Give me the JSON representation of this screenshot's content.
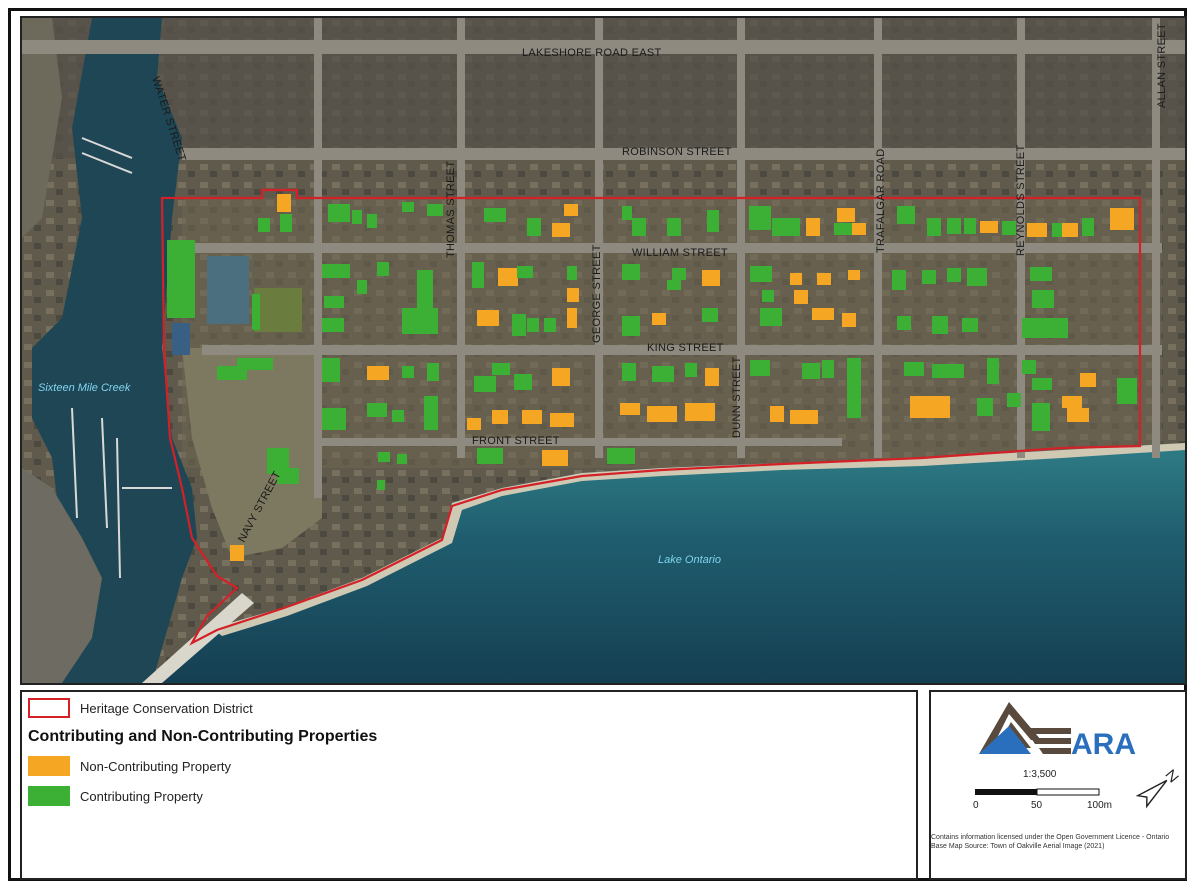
{
  "streets": {
    "lakeshore": "LAKESHORE ROAD EAST",
    "robinson": "ROBINSON STREET",
    "william": "WILLIAM STREET",
    "king": "KING STREET",
    "front": "FRONT STREET",
    "water": "WATER STREET",
    "thomas": "THOMAS STREET",
    "george": "GEORGE STREET",
    "dunn": "DUNN STREET",
    "trafalgar": "TRAFALGAR ROAD",
    "reynolds": "REYNOLDS STREET",
    "allan": "ALLAN STREET",
    "navy": "NAVY STREET"
  },
  "water_labels": {
    "creek": "Sixteen Mile Creek",
    "lake": "Lake Ontario"
  },
  "legend": {
    "district_label": "Heritage Conservation District",
    "title": "Contributing and Non-Contributing Properties",
    "non_contributing_label": "Non-Contributing Property",
    "contributing_label": "Contributing Property"
  },
  "colors": {
    "district_outline": "#d42027",
    "non_contributing": "#f5a623",
    "contributing": "#3cb034",
    "water": "#1f5d6e",
    "logo_dark": "#5a4a3e",
    "logo_blue": "#2a6fbd"
  },
  "scale": {
    "ratio": "1:3,500",
    "ticks": [
      "0",
      "50",
      "100m"
    ]
  },
  "logo": {
    "text": "ARA"
  },
  "credits": {
    "line1": "Contains information licensed under the Open Government Licence - Ontario",
    "line2": "Base Map Source: Town of Oakville Aerial Image (2021)"
  }
}
